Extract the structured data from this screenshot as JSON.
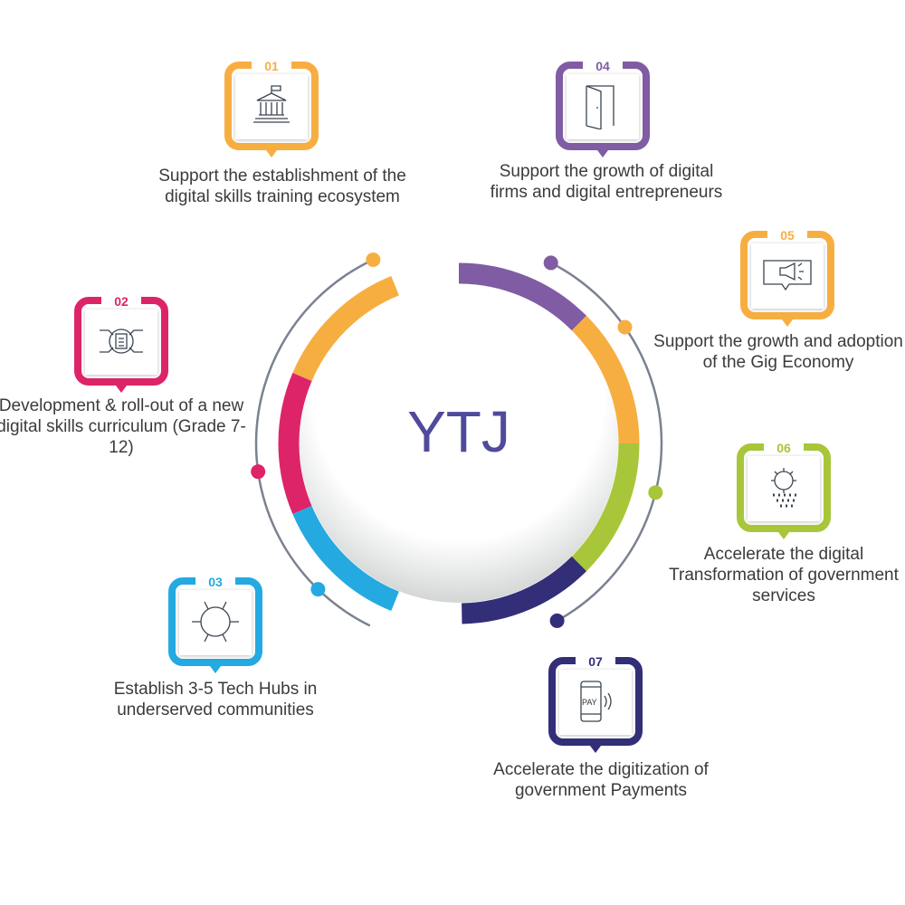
{
  "center": {
    "title": "YTJ"
  },
  "colors": {
    "orange": "#f7ae41",
    "pink": "#dd2469",
    "cyan": "#24a9e1",
    "purple": "#7f5ca3",
    "green": "#a8c639",
    "navy": "#322e78",
    "gray": "#7a8290",
    "title": "#4f4a9c"
  },
  "items": [
    {
      "num": "01",
      "text": "Support the establishment of the digital skills training ecosystem",
      "icon": "government-building-icon"
    },
    {
      "num": "02",
      "text": "Development & roll-out of a new digital skills curriculum (Grade 7-12)",
      "icon": "document-circuit-icon"
    },
    {
      "num": "03",
      "text": "Establish 3-5 Tech Hubs in underserved communities",
      "icon": "circuit-hub-icon"
    },
    {
      "num": "04",
      "text": "Support the growth of digital firms and digital entrepreneurs",
      "icon": "open-door-icon"
    },
    {
      "num": "05",
      "text": "Support the growth and adoption of the Gig Economy",
      "icon": "megaphone-icon"
    },
    {
      "num": "06",
      "text": "Accelerate the digital Transformation of government services",
      "icon": "gear-pixels-icon"
    },
    {
      "num": "07",
      "text": "Accelerate the digitization of government Payments",
      "icon": "mobile-pay-icon",
      "icon_text": "PAY"
    }
  ]
}
